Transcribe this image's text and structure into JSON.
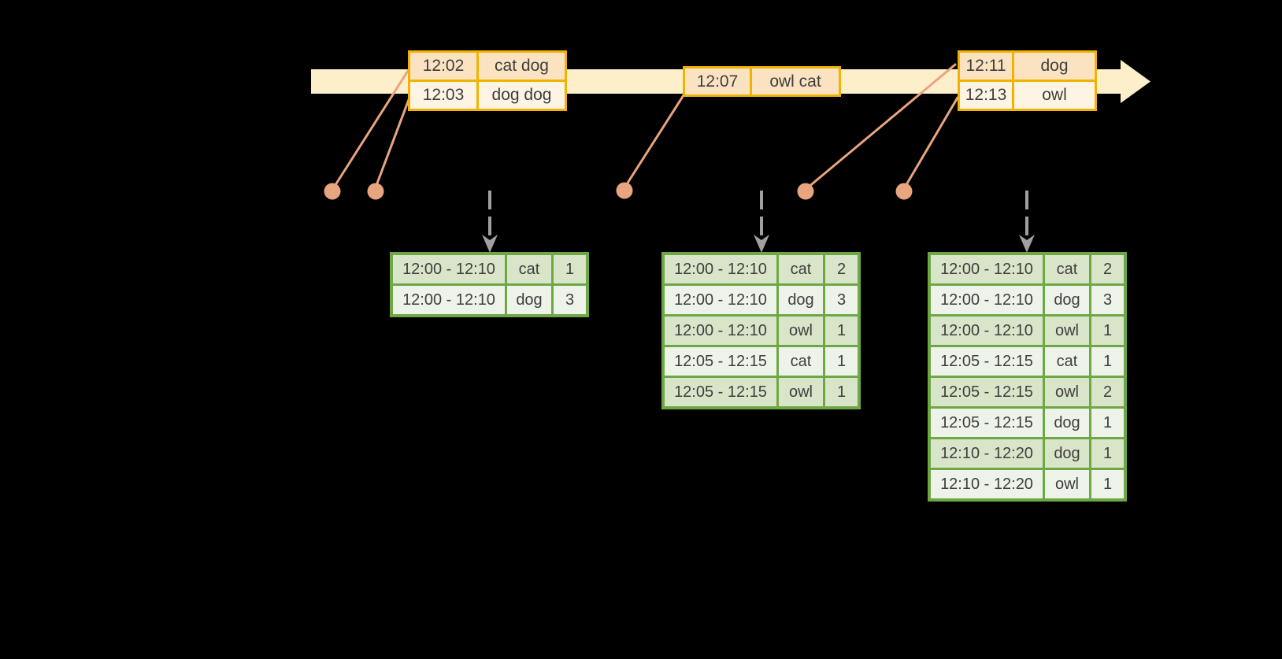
{
  "colors": {
    "background": "#000000",
    "timeline_band": "#fcefca",
    "event_table_border": "#f1b300",
    "event_row_dark": "#fbe3c2",
    "event_row_light": "#fdf4e3",
    "connector": "#e9a57e",
    "result_table_border": "#6ea844",
    "result_row_dark": "#d9e5c9",
    "result_row_light": "#eef3e9",
    "trigger_arrow": "#a0a0a0",
    "text": "#3e3e3e"
  },
  "icons": {
    "timeline_arrowhead": "right-arrowhead",
    "trigger_arrowhead": "dashed-down-arrow",
    "event_dot": "filled-circle"
  },
  "event_tables": [
    {
      "rows": [
        {
          "time": "12:02",
          "words": "cat dog"
        },
        {
          "time": "12:03",
          "words": "dog dog"
        }
      ]
    },
    {
      "rows": [
        {
          "time": "12:07",
          "words": "owl cat"
        }
      ]
    },
    {
      "rows": [
        {
          "time": "12:11",
          "words": "dog"
        },
        {
          "time": "12:13",
          "words": "owl"
        }
      ]
    }
  ],
  "result_tables": [
    {
      "rows": [
        {
          "window": "12:00 - 12:10",
          "word": "cat",
          "count": "1"
        },
        {
          "window": "12:00 - 12:10",
          "word": "dog",
          "count": "3"
        }
      ]
    },
    {
      "rows": [
        {
          "window": "12:00 - 12:10",
          "word": "cat",
          "count": "2"
        },
        {
          "window": "12:00 - 12:10",
          "word": "dog",
          "count": "3"
        },
        {
          "window": "12:00 - 12:10",
          "word": "owl",
          "count": "1"
        },
        {
          "window": "12:05 - 12:15",
          "word": "cat",
          "count": "1"
        },
        {
          "window": "12:05 - 12:15",
          "word": "owl",
          "count": "1"
        }
      ]
    },
    {
      "rows": [
        {
          "window": "12:00 - 12:10",
          "word": "cat",
          "count": "2"
        },
        {
          "window": "12:00 - 12:10",
          "word": "dog",
          "count": "3"
        },
        {
          "window": "12:00 - 12:10",
          "word": "owl",
          "count": "1"
        },
        {
          "window": "12:05 - 12:15",
          "word": "cat",
          "count": "1"
        },
        {
          "window": "12:05 - 12:15",
          "word": "owl",
          "count": "2"
        },
        {
          "window": "12:05 - 12:15",
          "word": "dog",
          "count": "1"
        },
        {
          "window": "12:10 - 12:20",
          "word": "dog",
          "count": "1"
        },
        {
          "window": "12:10 - 12:20",
          "word": "owl",
          "count": "1"
        }
      ]
    }
  ]
}
